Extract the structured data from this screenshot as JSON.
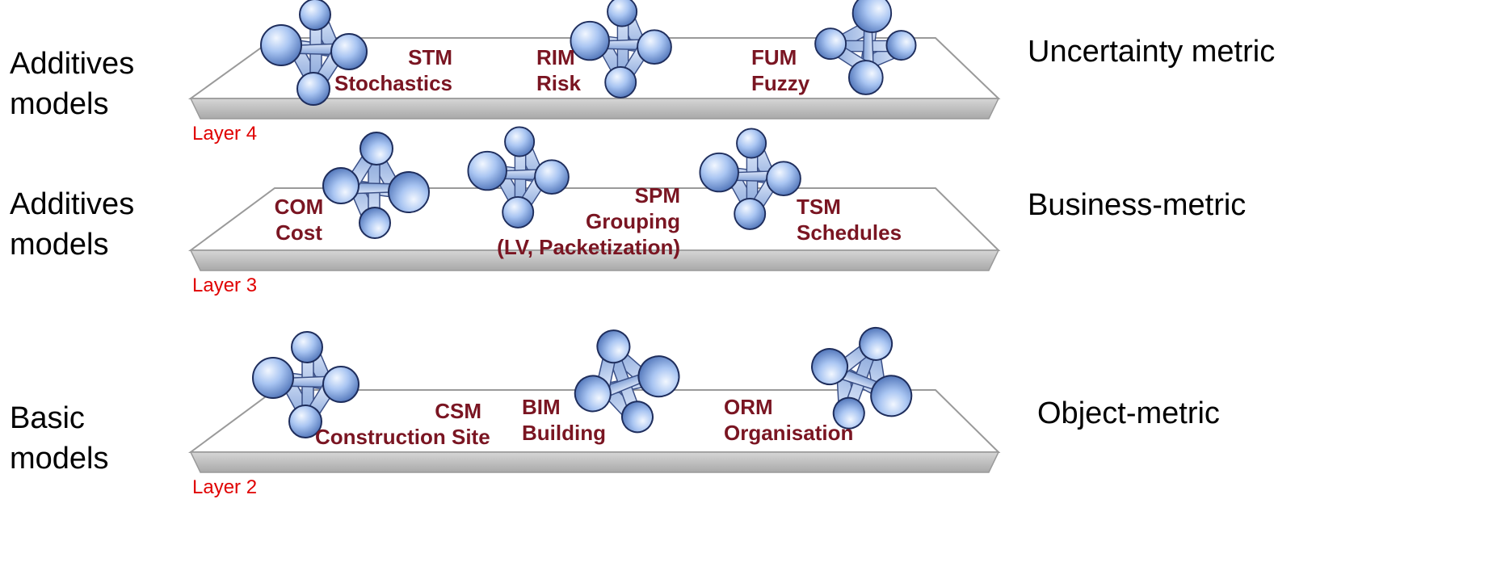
{
  "left_labels": {
    "layer4": [
      "Additives",
      "models"
    ],
    "layer3": [
      "Additives",
      "models"
    ],
    "layer2": [
      "Basic",
      "models"
    ]
  },
  "right_labels": {
    "layer4": "Uncertainty metric",
    "layer3": "Business-metric",
    "layer2": "Object-metric"
  },
  "layer_tags": {
    "layer4": "Layer 4",
    "layer3": "Layer 3",
    "layer2": "Layer 2"
  },
  "models": {
    "stm": {
      "code": "STM",
      "name": "Stochastics"
    },
    "rim": {
      "code": "RIM",
      "name": "Risk"
    },
    "fum": {
      "code": "FUM",
      "name": "Fuzzy"
    },
    "com": {
      "code": "COM",
      "name": "Cost"
    },
    "spm": {
      "code": "SPM",
      "name": "Grouping",
      "note": "(LV, Packetization)"
    },
    "tsm": {
      "code": "TSM",
      "name": "Schedules"
    },
    "csm": {
      "code": "CSM",
      "name": "Construction Site"
    },
    "bim": {
      "code": "BIM",
      "name": "Building"
    },
    "orm": {
      "code": "ORM",
      "name": "Organisation"
    }
  },
  "colors": {
    "model_label": "#7a1522",
    "layer_tag": "#e00000",
    "plate_top": "#ffffff",
    "plate_edge": "#c4c4c4",
    "node_fill": "#8fb2ea"
  },
  "icons": [
    "network-cluster-icon"
  ]
}
